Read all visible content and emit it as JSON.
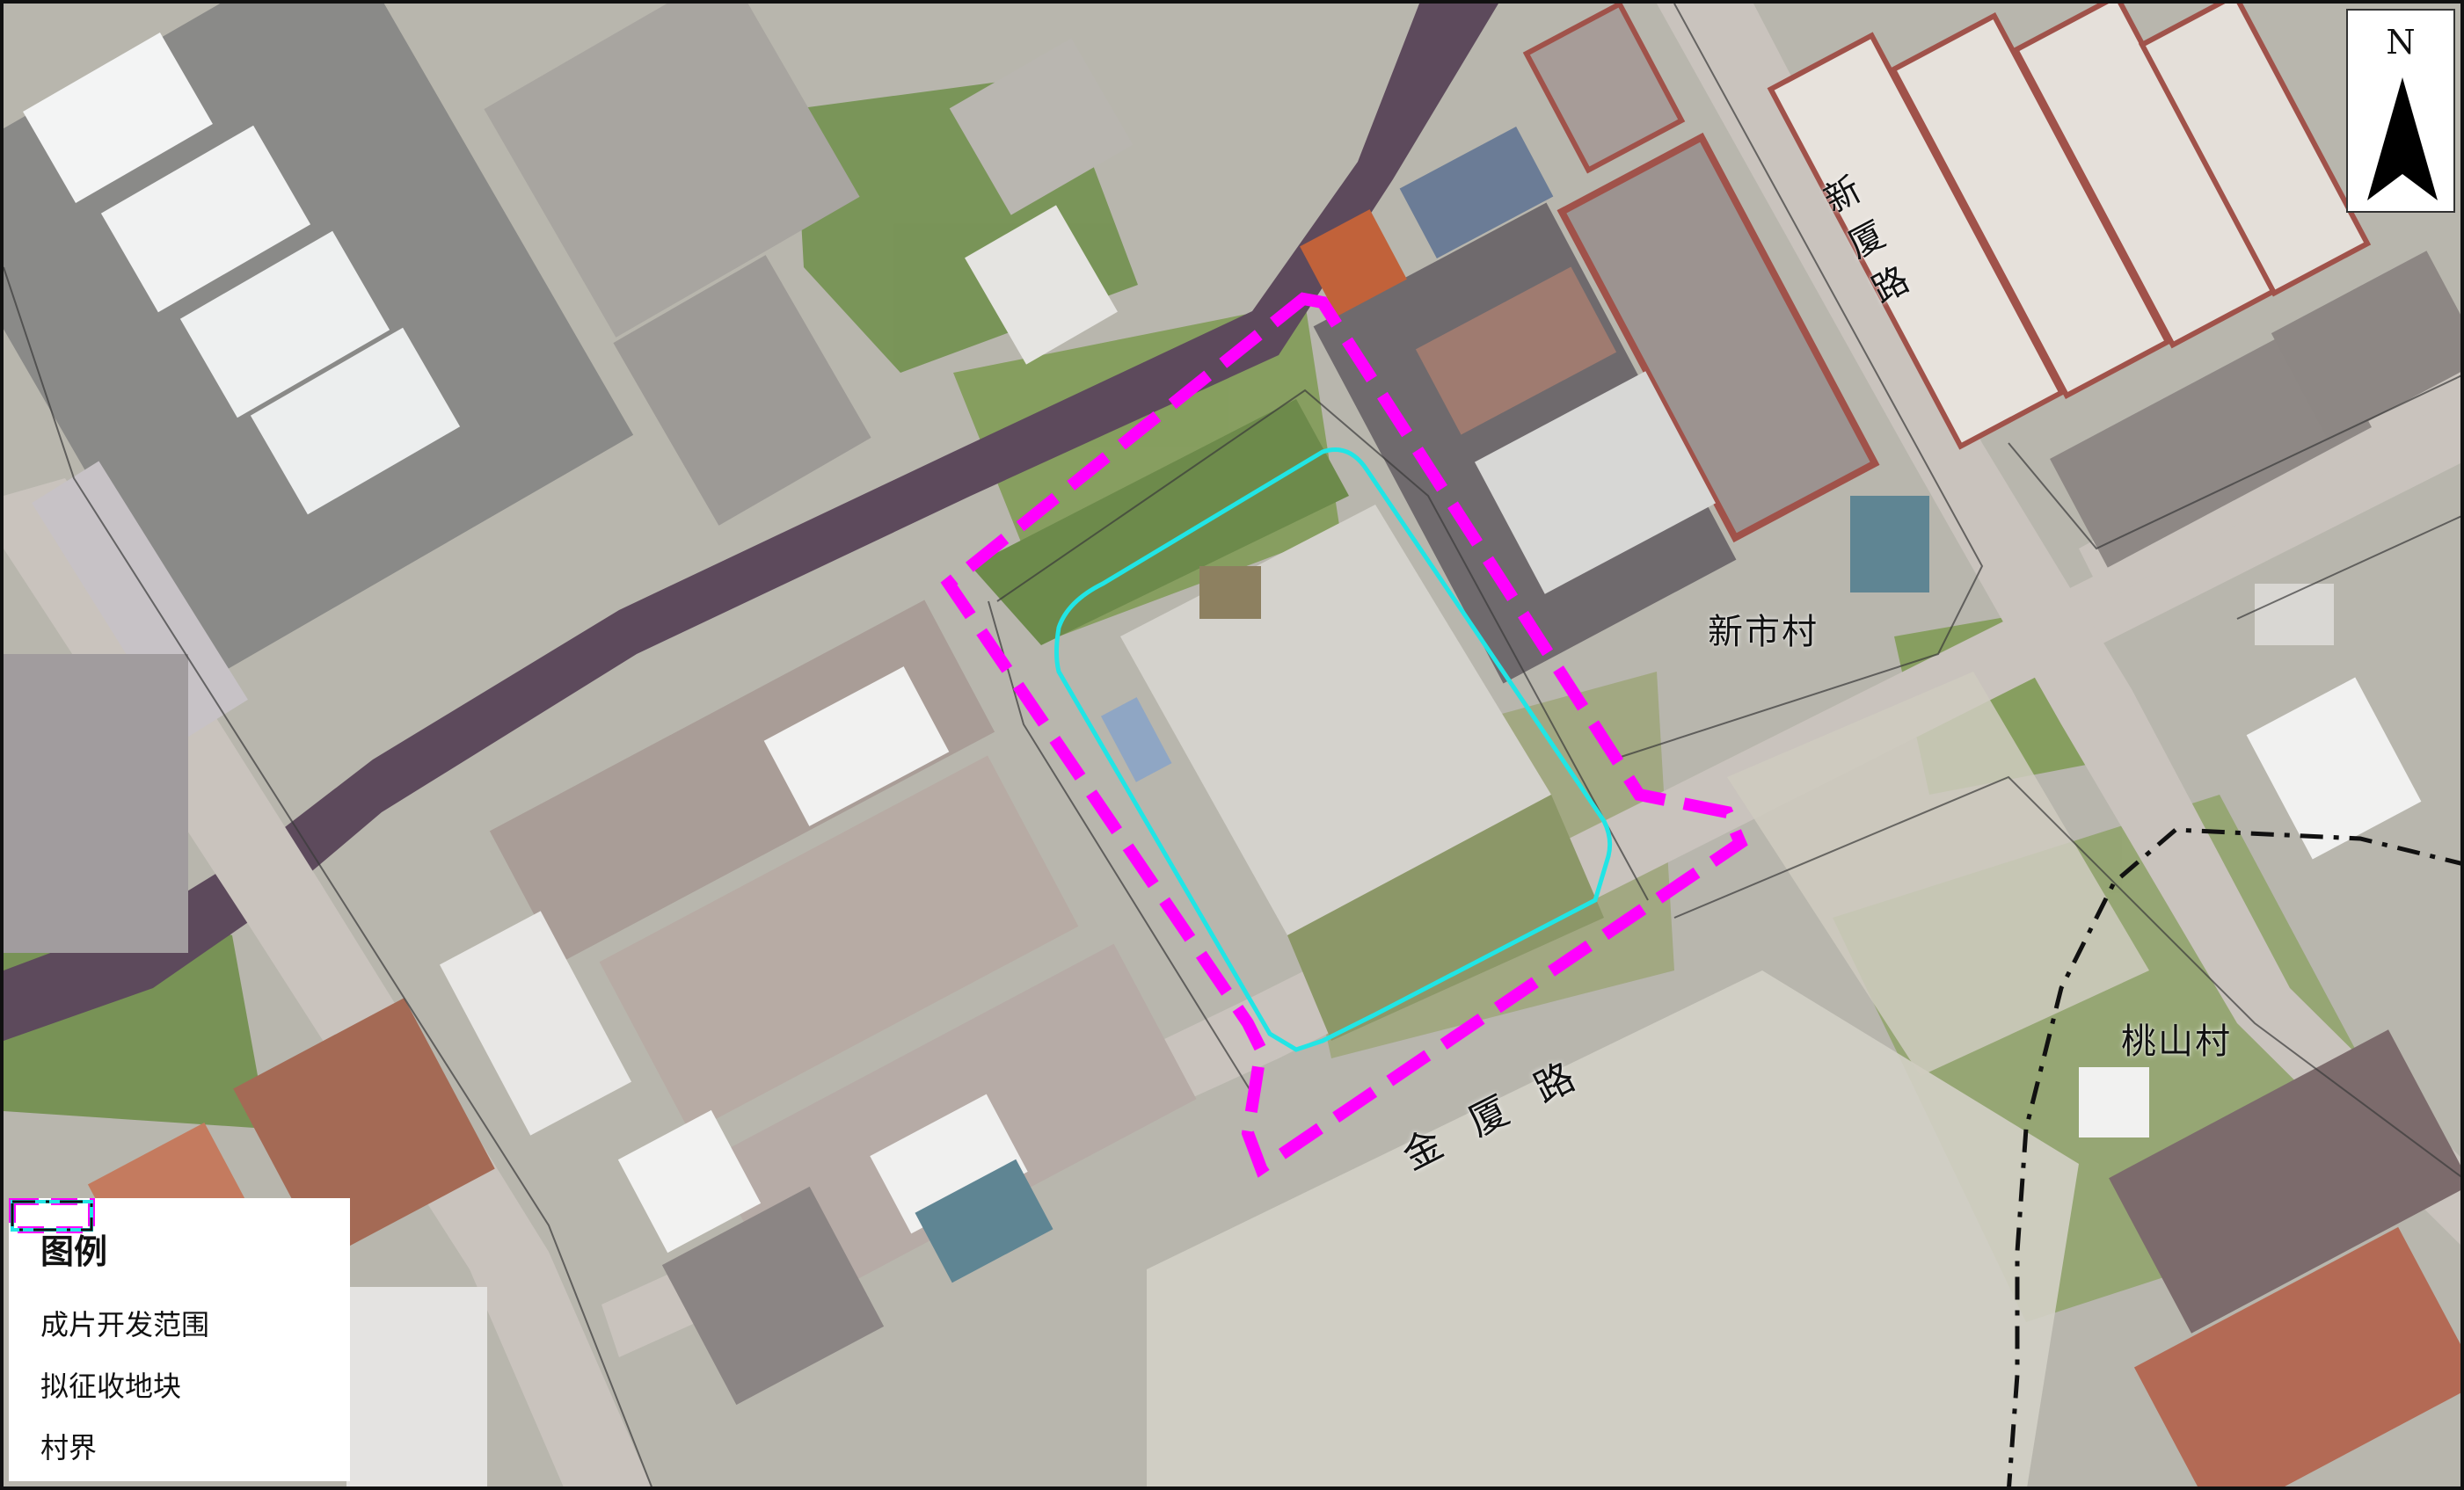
{
  "map": {
    "north_label": "N",
    "places": {
      "xinshi_village": "新市村",
      "taoshan_village": "桃山村",
      "xinxia_road": "新厦路",
      "jinxia_road": "金厦路"
    },
    "colors": {
      "development_boundary": "#ff00ff",
      "acquisition_parcel": "#21e5e5",
      "village_boundary": "#111111"
    }
  },
  "legend": {
    "title": "图例",
    "items": [
      {
        "label": "成片开发范围",
        "symbol": "magenta-dashed-box"
      },
      {
        "label": "拟征收地块",
        "symbol": "cyan-box"
      },
      {
        "label": "村界",
        "symbol": "black-dashed-box"
      }
    ]
  }
}
